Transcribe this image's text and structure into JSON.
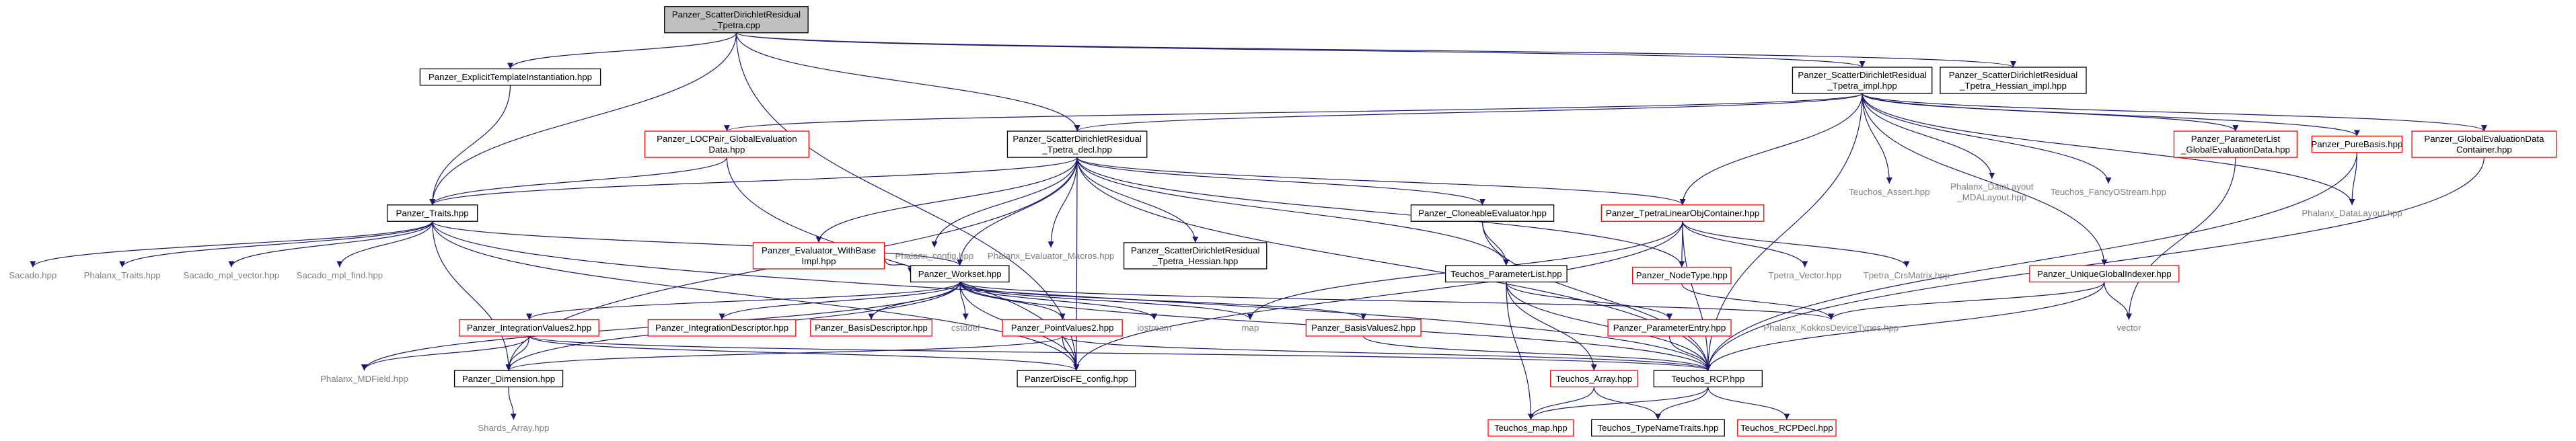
{
  "title": "",
  "colors": {
    "edge": "#191970",
    "edge_dark": "#000000",
    "box_default": "#000000",
    "box_missing": "#ff0000",
    "box_root_fill": "#bfbfbf",
    "gray_text": "#7f7f7f"
  },
  "nodes": [
    {
      "id": "n0",
      "lines": [
        "Panzer_ScatterDirichletResidual",
        "_Tpetra.cpp"
      ],
      "style": "root"
    },
    {
      "id": "n1",
      "lines": [
        "Panzer_ExplicitTemplateInstantiation.hpp"
      ],
      "style": "normal"
    },
    {
      "id": "n2",
      "lines": [
        "Panzer_ScatterDirichletResidual",
        "_Tpetra_impl.hpp"
      ],
      "style": "normal"
    },
    {
      "id": "n3",
      "lines": [
        "Panzer_ScatterDirichletResidual",
        "_Tpetra_Hessian_impl.hpp"
      ],
      "style": "normal"
    },
    {
      "id": "n4",
      "lines": [
        "Panzer_LOCPair_GlobalEvaluation",
        "Data.hpp"
      ],
      "style": "red"
    },
    {
      "id": "n5",
      "lines": [
        "Panzer_ScatterDirichletResidual",
        "_Tpetra_decl.hpp"
      ],
      "style": "normal"
    },
    {
      "id": "n6",
      "lines": [
        "Teuchos_Assert.hpp"
      ],
      "style": "gray"
    },
    {
      "id": "n7",
      "lines": [
        "Phalanx_DataLayout",
        "_MDALayout.hpp"
      ],
      "style": "gray"
    },
    {
      "id": "n8",
      "lines": [
        "Teuchos_FancyOStream.hpp"
      ],
      "style": "gray"
    },
    {
      "id": "n9",
      "lines": [
        "Panzer_ParameterList",
        "_GlobalEvaluationData.hpp"
      ],
      "style": "red"
    },
    {
      "id": "n10",
      "lines": [
        "Panzer_PureBasis.hpp"
      ],
      "style": "red"
    },
    {
      "id": "n11",
      "lines": [
        "Panzer_GlobalEvaluationData",
        "Container.hpp"
      ],
      "style": "red"
    },
    {
      "id": "n12",
      "lines": [
        "Panzer_Traits.hpp"
      ],
      "style": "normal"
    },
    {
      "id": "n13",
      "lines": [
        "Panzer_Evaluator_WithBase",
        "Impl.hpp"
      ],
      "style": "red"
    },
    {
      "id": "n14",
      "lines": [
        "Phalanx_config.hpp"
      ],
      "style": "gray"
    },
    {
      "id": "n15",
      "lines": [
        "Phalanx_Evaluator_Macros.hpp"
      ],
      "style": "gray"
    },
    {
      "id": "n16",
      "lines": [
        "Panzer_ScatterDirichletResidual",
        "_Tpetra_Hessian.hpp"
      ],
      "style": "normal"
    },
    {
      "id": "n17",
      "lines": [
        "Panzer_CloneableEvaluator.hpp"
      ],
      "style": "normal"
    },
    {
      "id": "n18",
      "lines": [
        "Panzer_TpetraLinearObjContainer.hpp"
      ],
      "style": "red"
    },
    {
      "id": "n19",
      "lines": [
        "Phalanx_DataLayout.hpp"
      ],
      "style": "gray"
    },
    {
      "id": "n20",
      "lines": [
        "Sacado.hpp"
      ],
      "style": "gray"
    },
    {
      "id": "n21",
      "lines": [
        "Phalanx_Traits.hpp"
      ],
      "style": "gray"
    },
    {
      "id": "n22",
      "lines": [
        "Sacado_mpl_vector.hpp"
      ],
      "style": "gray"
    },
    {
      "id": "n23",
      "lines": [
        "Sacado_mpl_find.hpp"
      ],
      "style": "gray"
    },
    {
      "id": "n24",
      "lines": [
        "Panzer_Workset.hpp"
      ],
      "style": "normal"
    },
    {
      "id": "n25",
      "lines": [
        "Teuchos_ParameterList.hpp"
      ],
      "style": "normal"
    },
    {
      "id": "n26",
      "lines": [
        "Panzer_NodeType.hpp"
      ],
      "style": "red"
    },
    {
      "id": "n27",
      "lines": [
        "Tpetra_Vector.hpp"
      ],
      "style": "gray"
    },
    {
      "id": "n28",
      "lines": [
        "Tpetra_CrsMatrix.hpp"
      ],
      "style": "gray"
    },
    {
      "id": "n29",
      "lines": [
        "Panzer_UniqueGlobalIndexer.hpp"
      ],
      "style": "red"
    },
    {
      "id": "n30",
      "lines": [
        "Panzer_IntegrationValues2.hpp"
      ],
      "style": "red"
    },
    {
      "id": "n31",
      "lines": [
        "Panzer_IntegrationDescriptor.hpp"
      ],
      "style": "red"
    },
    {
      "id": "n32",
      "lines": [
        "Panzer_BasisDescriptor.hpp"
      ],
      "style": "red"
    },
    {
      "id": "n33",
      "lines": [
        "cstddef"
      ],
      "style": "gray"
    },
    {
      "id": "n34",
      "lines": [
        "Panzer_PointValues2.hpp"
      ],
      "style": "red"
    },
    {
      "id": "n35",
      "lines": [
        "iostream"
      ],
      "style": "gray"
    },
    {
      "id": "n36",
      "lines": [
        "map"
      ],
      "style": "gray"
    },
    {
      "id": "n37",
      "lines": [
        "Panzer_BasisValues2.hpp"
      ],
      "style": "red"
    },
    {
      "id": "n38",
      "lines": [
        "Panzer_ParameterEntry.hpp"
      ],
      "style": "red"
    },
    {
      "id": "n39",
      "lines": [
        "Phalanx_KokkosDeviceTypes.hpp"
      ],
      "style": "gray"
    },
    {
      "id": "n40",
      "lines": [
        "vector"
      ],
      "style": "gray"
    },
    {
      "id": "n41",
      "lines": [
        "Phalanx_MDField.hpp"
      ],
      "style": "gray"
    },
    {
      "id": "n42",
      "lines": [
        "Panzer_Dimension.hpp"
      ],
      "style": "normal"
    },
    {
      "id": "n43",
      "lines": [
        "PanzerDiscFE_config.hpp"
      ],
      "style": "normal"
    },
    {
      "id": "n44",
      "lines": [
        "Teuchos_Array.hpp"
      ],
      "style": "red"
    },
    {
      "id": "n45",
      "lines": [
        "Teuchos_RCP.hpp"
      ],
      "style": "normal"
    },
    {
      "id": "n46",
      "lines": [
        "Shards_Array.hpp"
      ],
      "style": "gray"
    },
    {
      "id": "n47",
      "lines": [
        "Teuchos_map.hpp"
      ],
      "style": "red"
    },
    {
      "id": "n48",
      "lines": [
        "Teuchos_TypeNameTraits.hpp"
      ],
      "style": "normal"
    },
    {
      "id": "n49",
      "lines": [
        "Teuchos_RCPDecl.hpp"
      ],
      "style": "red"
    }
  ],
  "edges": [
    [
      "n0",
      "n1"
    ],
    [
      "n0",
      "n2"
    ],
    [
      "n0",
      "n3"
    ],
    [
      "n0",
      "n5"
    ],
    [
      "n0",
      "n12"
    ],
    [
      "n0",
      "n43"
    ],
    [
      "n1",
      "n12"
    ],
    [
      "n2",
      "n4"
    ],
    [
      "n2",
      "n5"
    ],
    [
      "n2",
      "n6"
    ],
    [
      "n2",
      "n7"
    ],
    [
      "n2",
      "n8"
    ],
    [
      "n2",
      "n9"
    ],
    [
      "n2",
      "n10"
    ],
    [
      "n2",
      "n11"
    ],
    [
      "n2",
      "n18"
    ],
    [
      "n2",
      "n29"
    ],
    [
      "n2",
      "n45"
    ],
    [
      "n2",
      "n19"
    ],
    [
      "n4",
      "n12"
    ],
    [
      "n4",
      "n43"
    ],
    [
      "n5",
      "n12"
    ],
    [
      "n5",
      "n13"
    ],
    [
      "n5",
      "n14"
    ],
    [
      "n5",
      "n15"
    ],
    [
      "n5",
      "n16"
    ],
    [
      "n5",
      "n17"
    ],
    [
      "n5",
      "n18"
    ],
    [
      "n5",
      "n24"
    ],
    [
      "n5",
      "n26"
    ],
    [
      "n5",
      "n42"
    ],
    [
      "n5",
      "n43"
    ],
    [
      "n5",
      "n45"
    ],
    [
      "n5",
      "n25"
    ],
    [
      "n9",
      "n40"
    ],
    [
      "n10",
      "n19"
    ],
    [
      "n10",
      "n45"
    ],
    [
      "n11",
      "n45"
    ],
    [
      "n12",
      "n20"
    ],
    [
      "n12",
      "n21"
    ],
    [
      "n12",
      "n22"
    ],
    [
      "n12",
      "n23"
    ],
    [
      "n12",
      "n24"
    ],
    [
      "n12",
      "n42"
    ],
    [
      "n12",
      "n43"
    ],
    [
      "n12",
      "n45"
    ],
    [
      "n13",
      "n24"
    ],
    [
      "n17",
      "n25"
    ],
    [
      "n17",
      "n45"
    ],
    [
      "n18",
      "n26"
    ],
    [
      "n18",
      "n27"
    ],
    [
      "n18",
      "n28"
    ],
    [
      "n18",
      "n36"
    ],
    [
      "n18",
      "n43"
    ],
    [
      "n18",
      "n45"
    ],
    [
      "n24",
      "n30"
    ],
    [
      "n24",
      "n31"
    ],
    [
      "n24",
      "n32"
    ],
    [
      "n24",
      "n33"
    ],
    [
      "n24",
      "n34"
    ],
    [
      "n24",
      "n35"
    ],
    [
      "n24",
      "n36"
    ],
    [
      "n24",
      "n37"
    ],
    [
      "n24",
      "n39"
    ],
    [
      "n24",
      "n41"
    ],
    [
      "n24",
      "n42"
    ],
    [
      "n24",
      "n43"
    ],
    [
      "n24",
      "n45"
    ],
    [
      "n25",
      "n38"
    ],
    [
      "n25",
      "n44"
    ],
    [
      "n25",
      "n45"
    ],
    [
      "n25",
      "n47"
    ],
    [
      "n26",
      "n39"
    ],
    [
      "n29",
      "n39"
    ],
    [
      "n29",
      "n40"
    ],
    [
      "n29",
      "n45"
    ],
    [
      "n30",
      "n42"
    ],
    [
      "n30",
      "n43"
    ],
    [
      "n30",
      "n45"
    ],
    [
      "n30",
      "n41"
    ],
    [
      "n34",
      "n42"
    ],
    [
      "n34",
      "n43"
    ],
    [
      "n34",
      "n45"
    ],
    [
      "n37",
      "n45"
    ],
    [
      "n38",
      "n45"
    ],
    [
      "n44",
      "n48"
    ],
    [
      "n44",
      "n47"
    ],
    [
      "n45",
      "n47"
    ],
    [
      "n45",
      "n48"
    ],
    [
      "n45",
      "n49"
    ],
    [
      "n42",
      "n46"
    ]
  ]
}
